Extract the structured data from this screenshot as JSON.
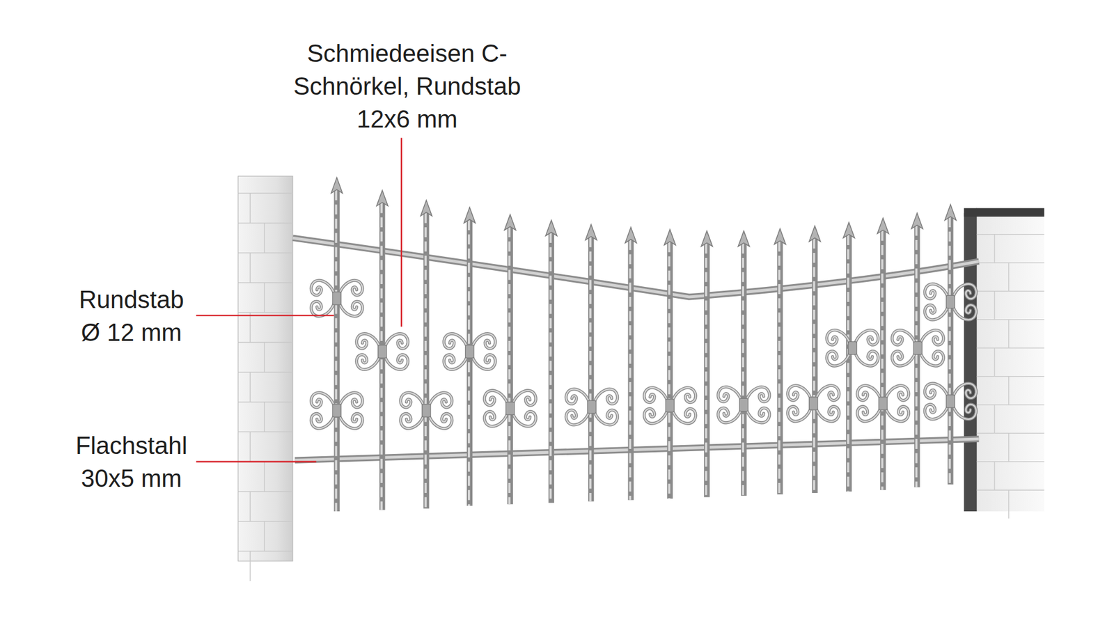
{
  "diagram": {
    "labels": [
      "Schmiedeeisen C-Schnörkel, Rundstab 12x6 mm",
      "Rundstab Ø 12 mm",
      "Flachstahl 30x5 mm"
    ]
  }
}
